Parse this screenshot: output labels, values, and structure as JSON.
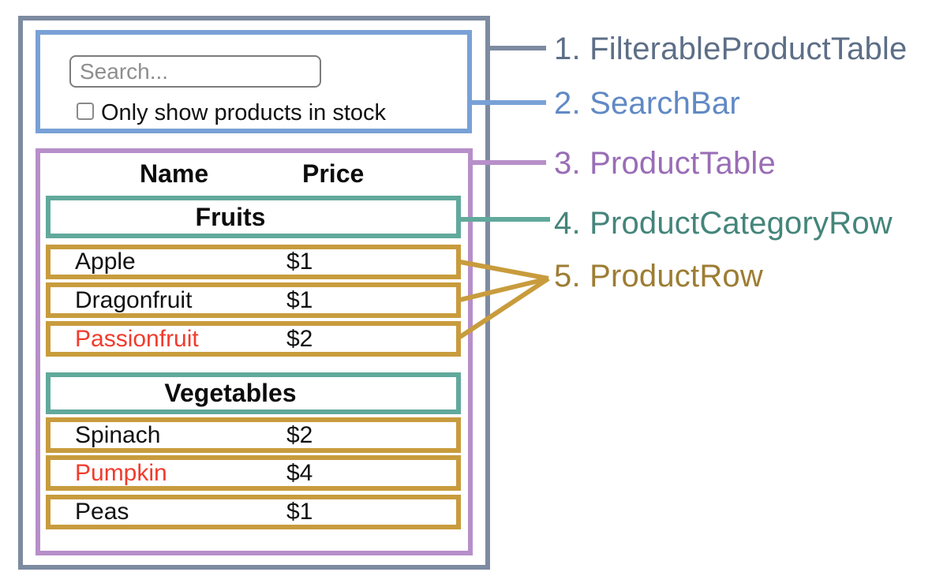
{
  "search_bar": {
    "placeholder": "Search...",
    "checkbox_label": "Only show products in stock"
  },
  "product_table": {
    "name_header": "Name",
    "price_header": "Price",
    "sections": [
      {
        "category": "Fruits",
        "rows": [
          {
            "name": "Apple",
            "price": "$1",
            "name_color": "#111111"
          },
          {
            "name": "Dragonfruit",
            "price": "$1",
            "name_color": "#111111"
          },
          {
            "name": "Passionfruit",
            "price": "$2",
            "name_color": "#f23b2d"
          }
        ]
      },
      {
        "category": "Vegetables",
        "rows": [
          {
            "name": "Spinach",
            "price": "$2",
            "name_color": "#111111"
          },
          {
            "name": "Pumpkin",
            "price": "$4",
            "name_color": "#f23b2d"
          },
          {
            "name": "Peas",
            "price": "$1",
            "name_color": "#111111"
          }
        ]
      }
    ]
  },
  "legend": [
    {
      "text": "1. FilterableProductTable",
      "color": "#5d6e87"
    },
    {
      "text": "2. SearchBar",
      "color": "#6089c4"
    },
    {
      "text": "3. ProductTable",
      "color": "#9a6db6"
    },
    {
      "text": "4. ProductCategoryRow",
      "color": "#44857a"
    },
    {
      "text": "5. ProductRow",
      "color": "#9d7d33"
    }
  ],
  "colors": {
    "filterable_product_table_border": "#7d8ba1",
    "search_bar_border": "#79a1d6",
    "product_table_border": "#b78fc9",
    "product_category_row_border": "#61a99c",
    "product_row_border": "#c89c3d",
    "out_of_stock_text": "#f23b2d"
  }
}
